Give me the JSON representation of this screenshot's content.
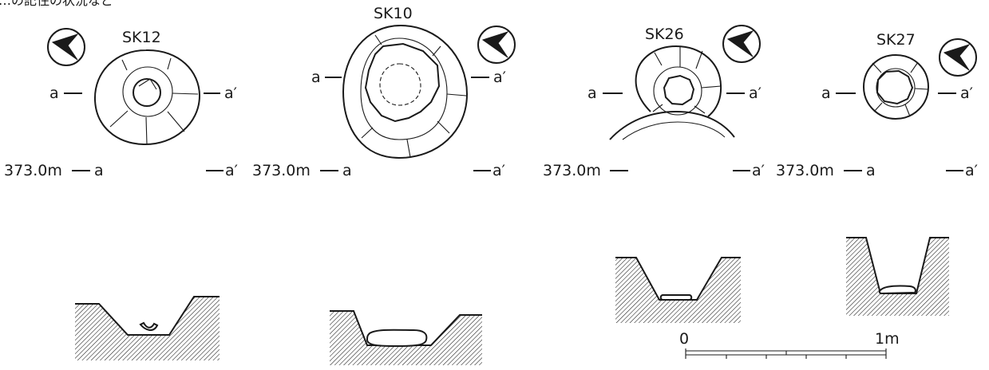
{
  "header_text": "…の記住の状況など",
  "features": [
    {
      "id": "SK12",
      "label_a": "a",
      "label_a_prime": "a′",
      "section_elev": "373.0m",
      "section_a": "a",
      "section_a_prime": "a′"
    },
    {
      "id": "SK10",
      "label_a": "a",
      "label_a_prime": "a′",
      "section_elev": "373.0m",
      "section_a": "a",
      "section_a_prime": "a′"
    },
    {
      "id": "SK26",
      "label_a": "a",
      "label_a_prime": "a′",
      "section_elev": "373.0m",
      "section_a": "",
      "section_a_prime": "a′"
    },
    {
      "id": "SK27",
      "label_a": "a",
      "label_a_prime": "a′",
      "section_elev": "373.0m",
      "section_a": "a",
      "section_a_prime": "a′"
    }
  ],
  "scale_bar": {
    "start_label": "0",
    "end_label": "1m"
  },
  "icons": {
    "north_arrow": "north-arrow-icon"
  },
  "colors": {
    "ink": "#1a1a1a",
    "paper": "#ffffff"
  }
}
